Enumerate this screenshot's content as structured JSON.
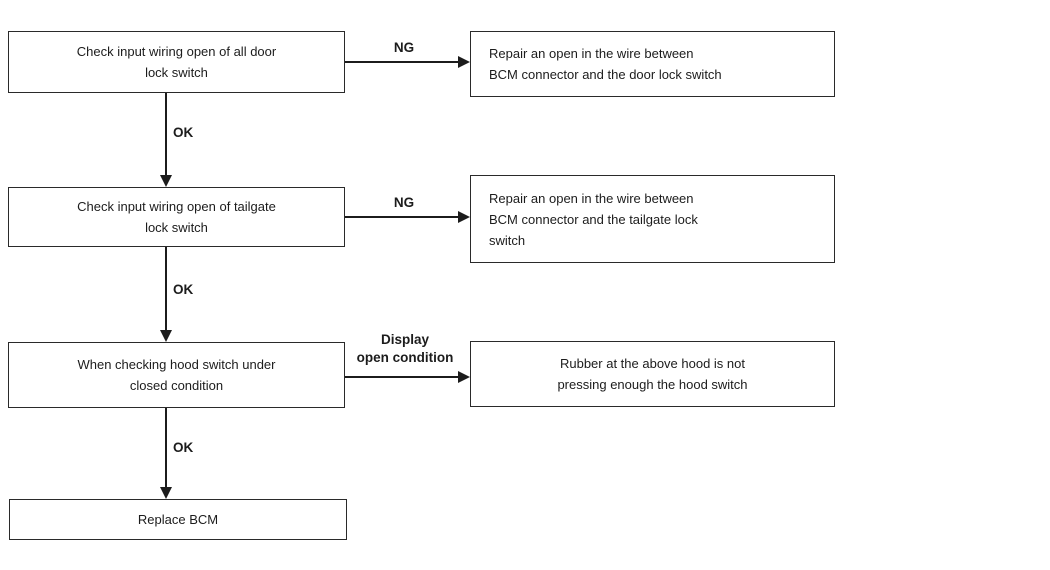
{
  "canvas": {
    "background": "#ffffff",
    "line_color": "#1c1c1c",
    "text_color": "#1c1c1c"
  },
  "nodes": [
    {
      "id": "check-door-lock-switch",
      "text": "Check input wiring open of all door\nlock switch"
    },
    {
      "id": "repair-door-lock-wire",
      "text": "Repair an open in the wire between\nBCM connector and the door lock switch"
    },
    {
      "id": "check-tailgate-lock-switch",
      "text": "Check input wiring open of tailgate\nlock switch"
    },
    {
      "id": "repair-tailgate-lock-wire",
      "text": "Repair an open in the wire between\nBCM connector and the tailgate lock\nswitch"
    },
    {
      "id": "check-hood-switch",
      "text": "When checking hood switch under\nclosed condition"
    },
    {
      "id": "rubber-hood-switch",
      "text": "Rubber at the above hood is not\npressing enough the hood switch"
    },
    {
      "id": "replace-bcm",
      "text": "Replace BCM"
    }
  ],
  "edge_labels": {
    "ng1": "NG",
    "ng2": "NG",
    "ok1": "OK",
    "ok2": "OK",
    "ok3": "OK",
    "display_open_condition": "Display\nopen condition"
  }
}
